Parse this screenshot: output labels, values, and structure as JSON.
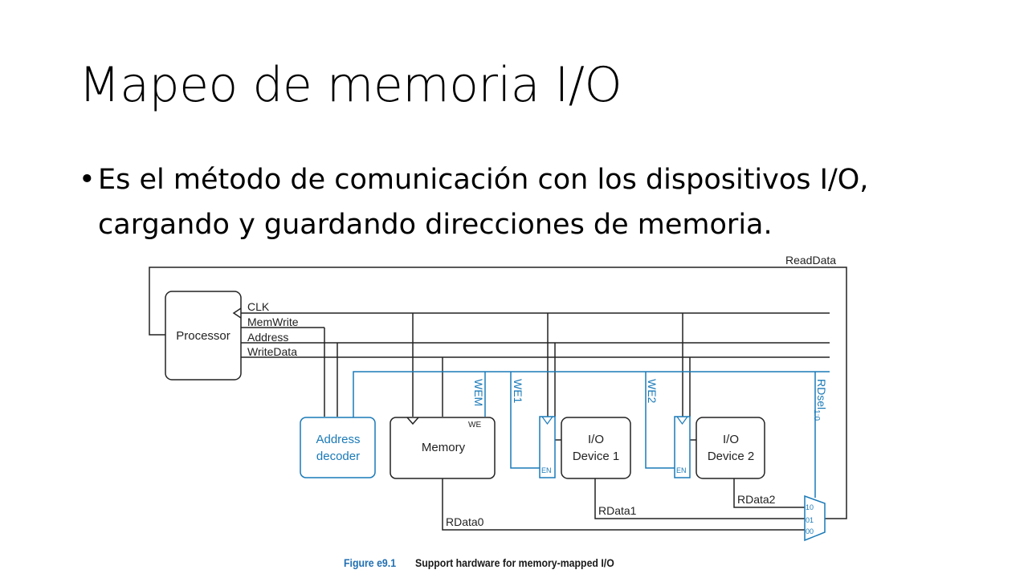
{
  "slide": {
    "title": "Mapeo de memoria I/O",
    "bullet_lines": [
      "Es el método de comunicación con los dispositivos I/O,",
      "cargando y guardando direcciones de memoria."
    ]
  },
  "diagram": {
    "processor": "Processor",
    "bus": {
      "clk": "CLK",
      "memwrite": "MemWrite",
      "address": "Address",
      "writedata": "WriteData"
    },
    "readdata": "ReadData",
    "decoder": {
      "line1": "Address",
      "line2": "decoder"
    },
    "memory": {
      "name": "Memory",
      "we": "WE"
    },
    "device1": {
      "line1": "I/O",
      "line2": "Device 1"
    },
    "device2": {
      "line1": "I/O",
      "line2": "Device 2"
    },
    "signals": {
      "wem": "WEM",
      "we1": "WE1",
      "we2": "WE2",
      "rdsel": "RDsel",
      "rdsel_sub": "1:0"
    },
    "register_en": "EN",
    "mux_inputs": [
      "10",
      "01",
      "00"
    ],
    "rdata": [
      "RData0",
      "RData1",
      "RData2"
    ],
    "colors": {
      "blue": "#1a7ab8",
      "black": "#222222"
    }
  },
  "caption": {
    "figure_number": "Figure e9.1",
    "text": "Support hardware for memory-mapped I/O"
  }
}
